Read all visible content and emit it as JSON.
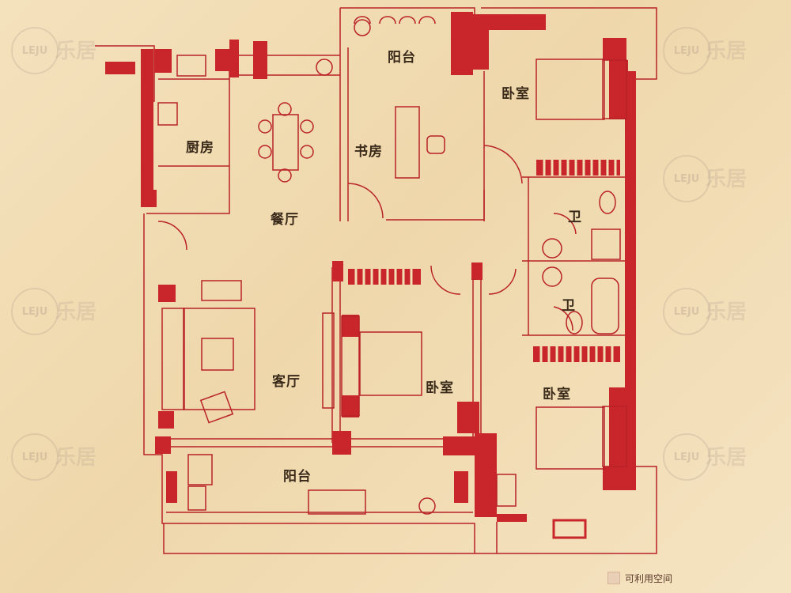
{
  "colors": {
    "wall": "#c8262b",
    "line": "#b82228",
    "background": "#f2ddb4",
    "legend_fill": "#e9cfb5"
  },
  "rooms": {
    "kitchen": "厨房",
    "dining": "餐厅",
    "study": "书房",
    "balcony_top": "阳台",
    "bedroom_ne": "卧室",
    "bath_upper": "卫",
    "bath_lower": "卫",
    "living": "客厅",
    "bedroom_center": "卧室",
    "bedroom_se": "卧室",
    "balcony_bottom": "阳台"
  },
  "legend": {
    "label": "可利用空间"
  },
  "watermark": {
    "logo": "LEJU",
    "text": "乐居"
  }
}
